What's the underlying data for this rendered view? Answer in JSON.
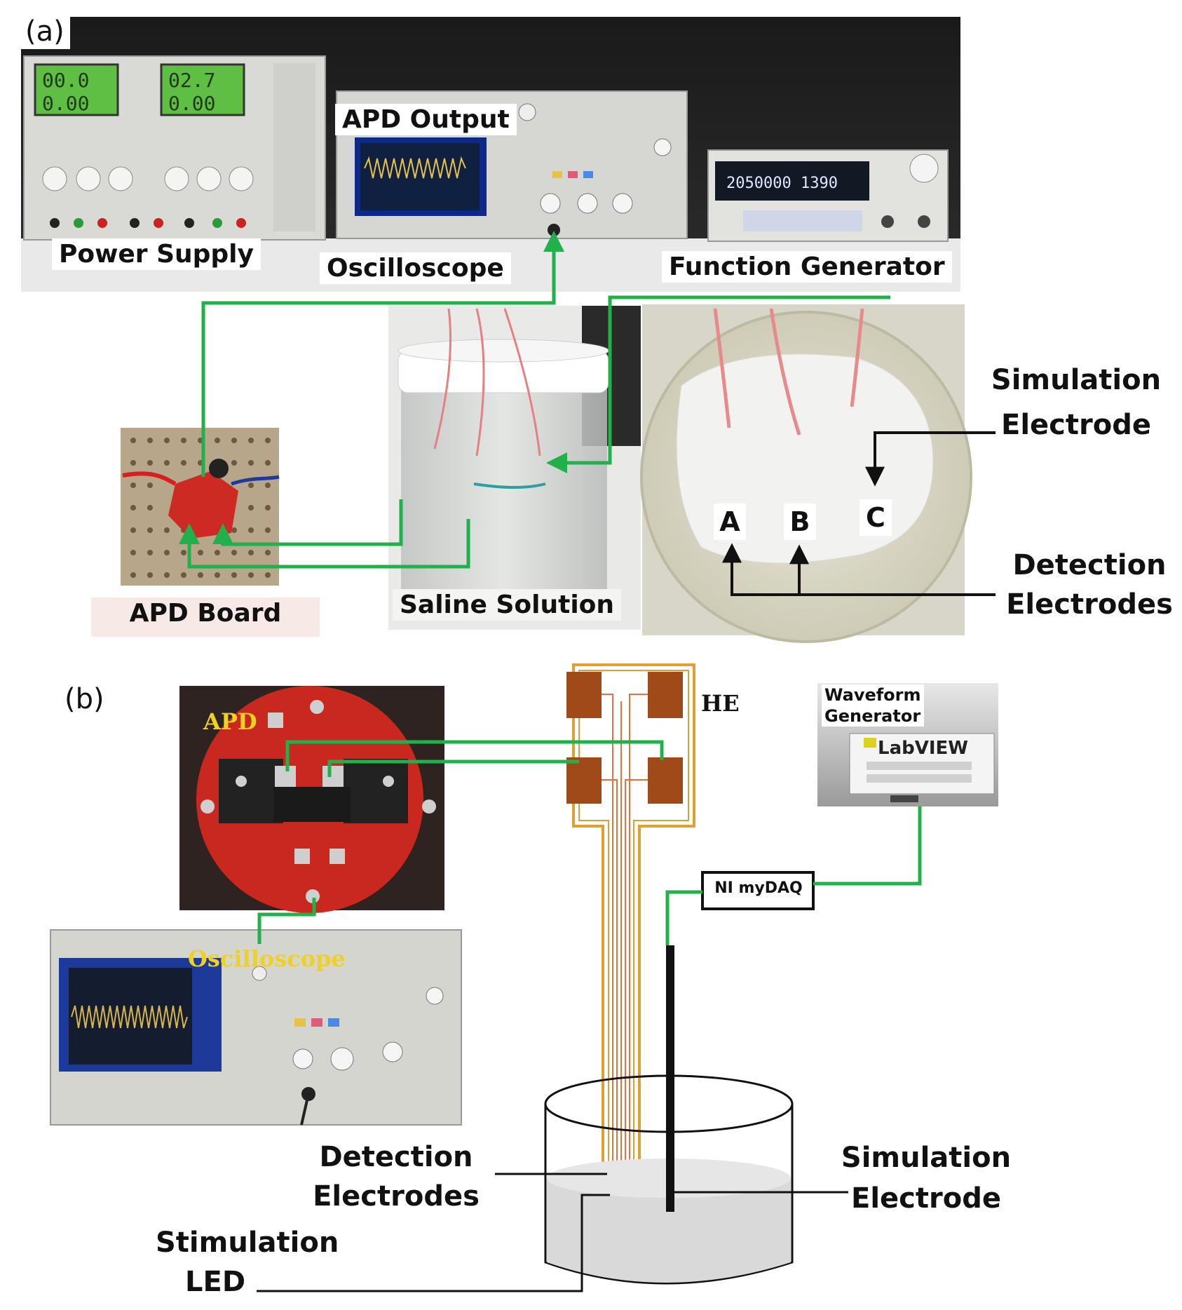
{
  "panel_a": {
    "tag": "(a)",
    "power_supply": "Power Supply",
    "apd_output": "APD Output",
    "oscilloscope": "Oscilloscope",
    "function_generator": "Function Generator",
    "apd_board": "APD Board",
    "saline_solution": "Saline Solution",
    "simulation_electrode_line1": "Simulation",
    "simulation_electrode_line2": "Electrode",
    "detection_electrodes_line1": "Detection",
    "detection_electrodes_line2": "Electrodes",
    "electrode_a": "A",
    "electrode_b": "B",
    "electrode_c": "C",
    "psu_display_left": [
      "00.0",
      "0.00"
    ],
    "psu_display_right": [
      "02.7",
      "0.00"
    ],
    "fg_display": "2050000 1390"
  },
  "panel_b": {
    "tag": "(b)",
    "apd": "APD",
    "he": "HE",
    "oscilloscope": "Oscilloscope",
    "waveform_generator_line1": "Waveform",
    "waveform_generator_line2": "Generator",
    "labview": "LabVIEW",
    "ni_mydaq": "NI myDAQ",
    "detection_electrodes_line1": "Detection",
    "detection_electrodes_line2": "Electrodes",
    "simulation_electrode_line1": "Simulation",
    "simulation_electrode_line2": "Electrode",
    "stimulation_led_line1": "Stimulation",
    "stimulation_led_line2": "LED"
  },
  "colors": {
    "wire_green": "#22b04a",
    "pcb_red": "#c8281e",
    "he_orange": "#e0a030",
    "pad_brown": "#a04a1a",
    "lcd_green": "#7bd35a",
    "scope_blue": "#1a3a9a"
  }
}
